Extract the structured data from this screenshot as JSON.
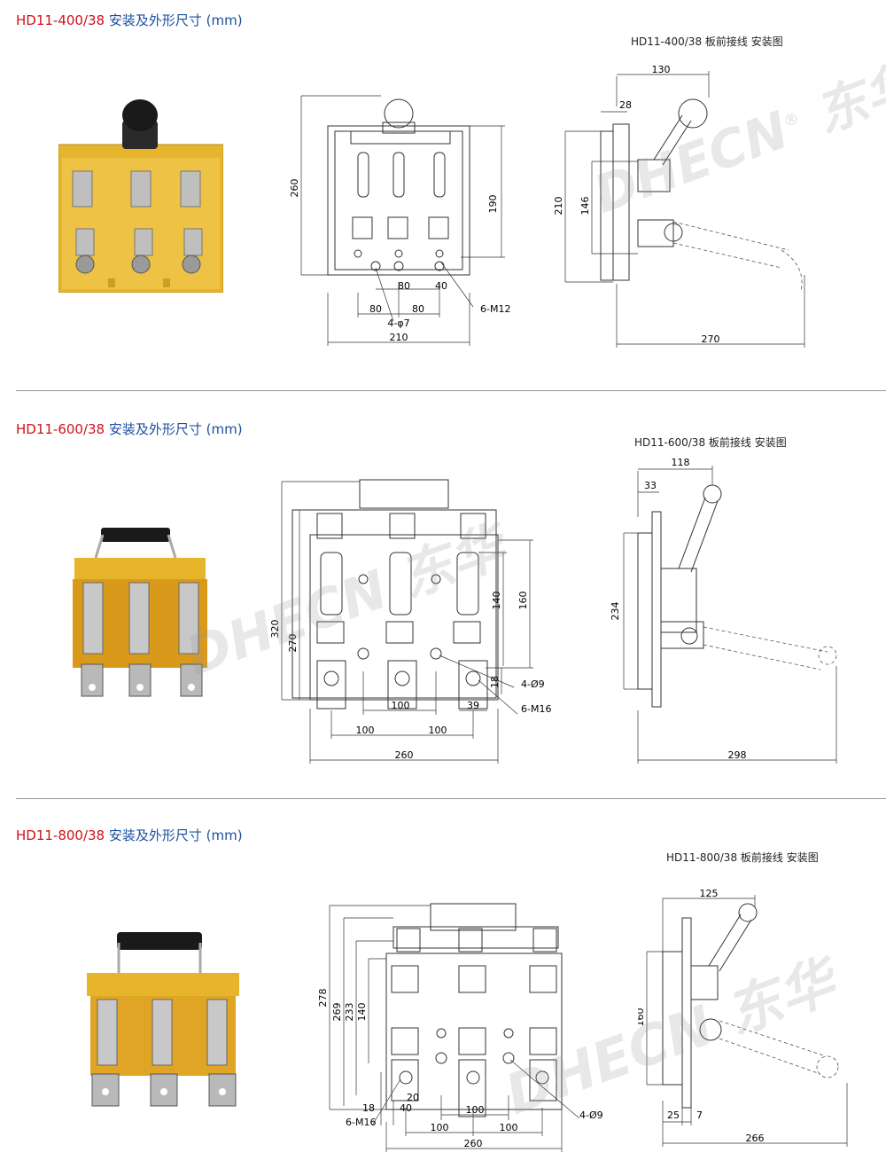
{
  "sections": [
    {
      "model": "HD11-400/38",
      "desc": "安装及外形尺寸 (mm)",
      "side_caption": "HD11-400/38 板前接线 安装图",
      "front_dims": [
        "260",
        "190",
        "80",
        "40",
        "80",
        "80",
        "4-φ7",
        "6-M12",
        "210"
      ],
      "side_dims": [
        "130",
        "28",
        "210",
        "146",
        "270"
      ]
    },
    {
      "model": "HD11-600/38",
      "desc": "安装及外形尺寸 (mm)",
      "side_caption": "HD11-600/38 板前接线 安装图",
      "front_dims": [
        "320",
        "270",
        "140",
        "160",
        "18",
        "4-Ø9",
        "100",
        "39",
        "6-M16",
        "100",
        "100",
        "260"
      ],
      "side_dims": [
        "118",
        "33",
        "234",
        "298"
      ]
    },
    {
      "model": "HD11-800/38",
      "desc": "安装及外形尺寸 (mm)",
      "side_caption": "HD11-800/38 板前接线 安装图",
      "front_dims": [
        "278",
        "269",
        "233",
        "140",
        "20",
        "18",
        "40",
        "6-M16",
        "100",
        "100",
        "100",
        "4-Ø9",
        "260"
      ],
      "side_dims": [
        "125",
        "160",
        "25",
        "7",
        "266"
      ]
    }
  ],
  "watermark": {
    "brand": "DHECN",
    "cn": "东华",
    "reg": "®"
  },
  "colors": {
    "model_red": "#d0121b",
    "desc_blue": "#1b4fa0",
    "panel_yellow": "#e8b82a"
  }
}
